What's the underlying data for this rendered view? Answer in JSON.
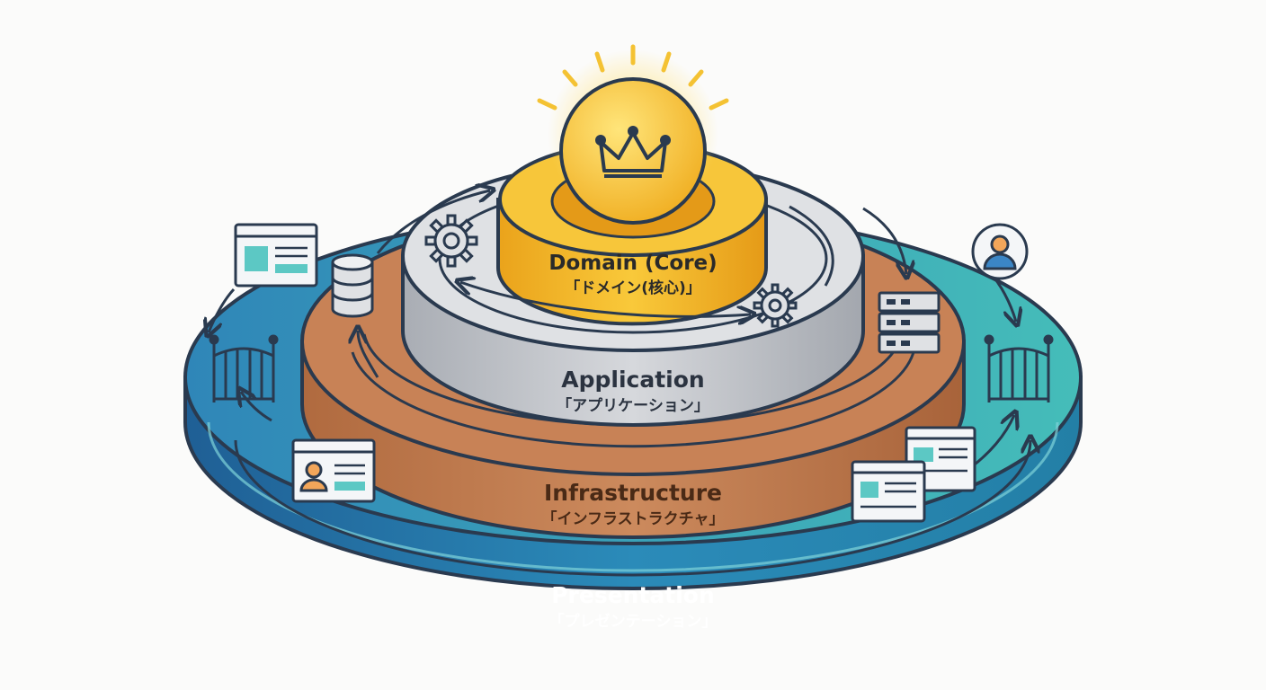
{
  "layers": {
    "domain": {
      "name": "Domain (Core)",
      "jp": "「ドメイン(核心)」"
    },
    "application": {
      "name": "Application",
      "jp": "「アプリケーション」"
    },
    "infrastructure": {
      "name": "Infrastructure",
      "jp": "「インフラストラクチャ」"
    },
    "presentation": {
      "name": "Presentation",
      "jp": "「プレゼンテーション」"
    }
  },
  "icons": {
    "core": "crown-icon",
    "application": [
      "gear-icon",
      "gear-icon"
    ],
    "infrastructure": [
      "database-icon",
      "server-rack-icon"
    ],
    "presentation": [
      "browser-window-icon",
      "user-avatar-icon",
      "gate-icon",
      "gate-icon",
      "user-card-icon",
      "browser-window-icon",
      "browser-window-icon"
    ]
  },
  "colors": {
    "domain": "#f4bd2c",
    "application": "#d3d6dc",
    "infrastructure": "#c98456",
    "presentation_left": "#2c86b6",
    "presentation_right": "#3fb7ba",
    "outline": "#2a3a4f"
  }
}
